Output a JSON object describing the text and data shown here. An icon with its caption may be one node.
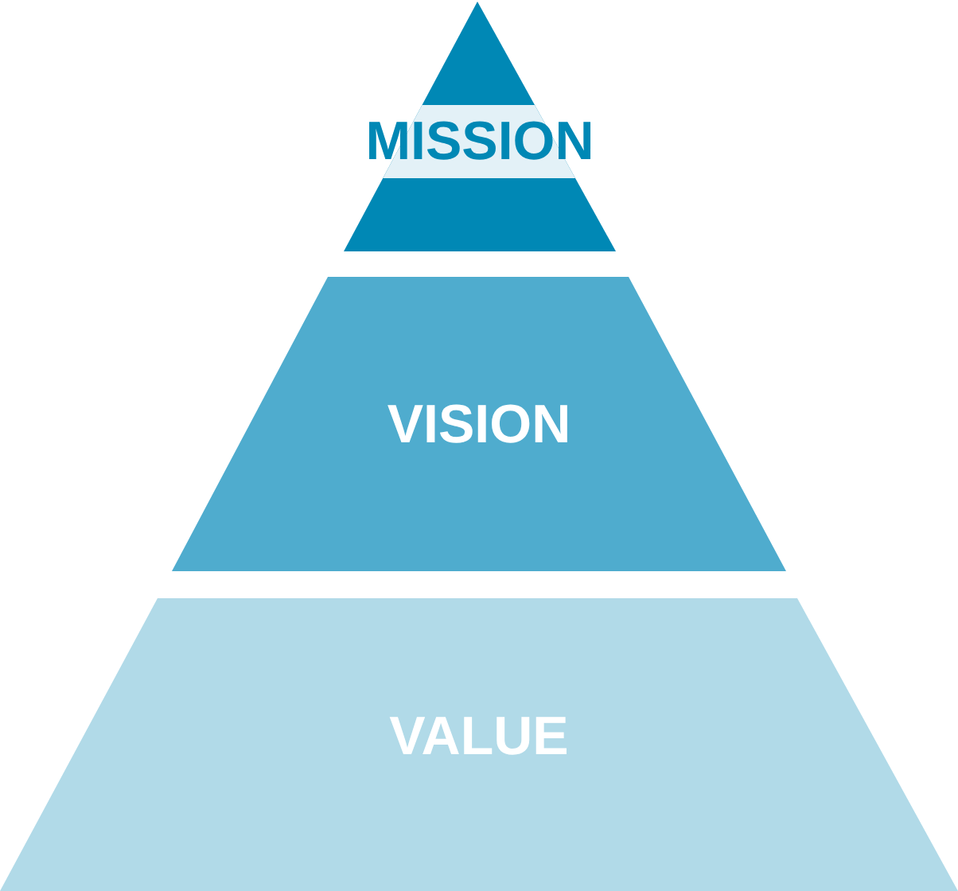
{
  "diagram": {
    "nodes": [
      {
        "text": [
          "MISSION"
        ]
      },
      {
        "text": [
          "VISION"
        ]
      },
      {
        "text": [
          "VALUE"
        ]
      }
    ]
  }
}
